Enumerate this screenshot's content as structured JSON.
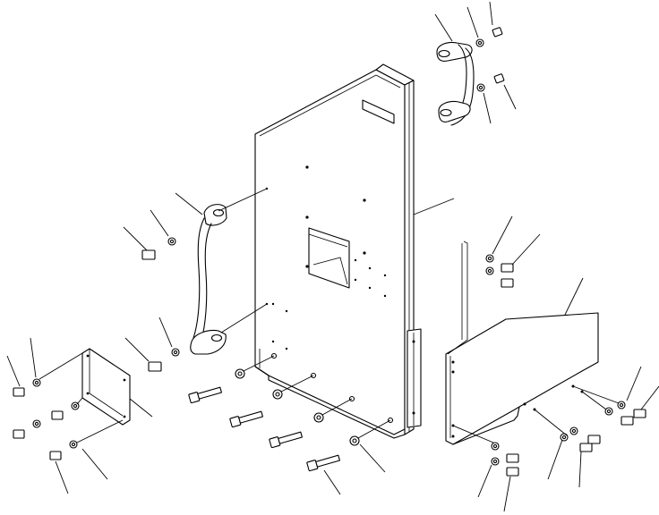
{
  "diagram": {
    "background_color": "#ffffff",
    "line_color": "#000000",
    "parts": [
      {
        "name": "side-panel",
        "kind": "panel"
      },
      {
        "name": "top-right-handle",
        "kind": "handle"
      },
      {
        "name": "left-handle",
        "kind": "handle"
      },
      {
        "name": "cover-plate",
        "kind": "plate"
      },
      {
        "name": "right-bracket",
        "kind": "bracket"
      },
      {
        "name": "bolts",
        "kind": "fastener"
      },
      {
        "name": "washers",
        "kind": "fastener"
      }
    ],
    "labels": []
  }
}
